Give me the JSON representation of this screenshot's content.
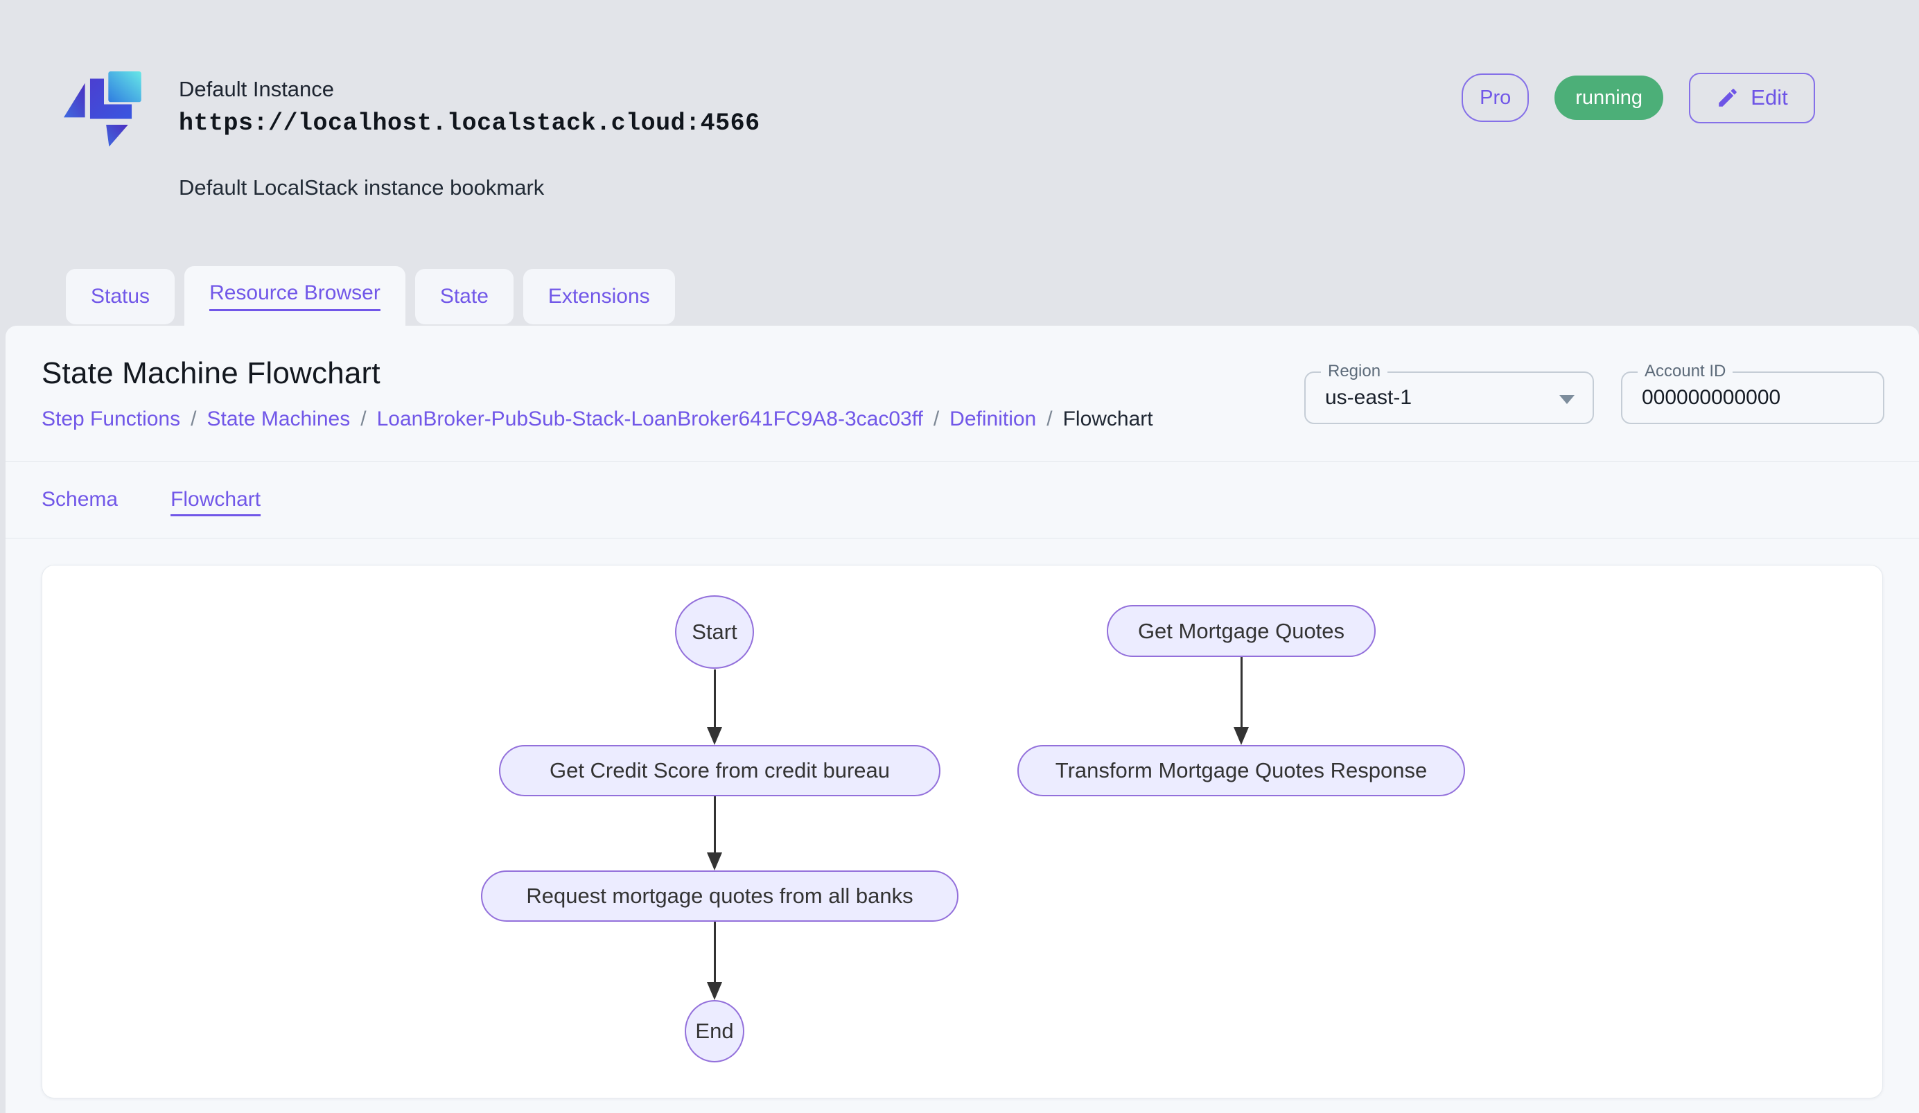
{
  "header": {
    "logo": "localstack-logo",
    "instance_label": "Default Instance",
    "instance_url": "https://localhost.localstack.cloud:4566",
    "instance_subtitle": "Default LocalStack instance bookmark",
    "pro_badge": "Pro",
    "status_badge": "running",
    "edit_button": "Edit"
  },
  "tabs": [
    {
      "label": "Status",
      "active": false
    },
    {
      "label": "Resource Browser",
      "active": true
    },
    {
      "label": "State",
      "active": false
    },
    {
      "label": "Extensions",
      "active": false
    }
  ],
  "page_header": {
    "title": "State Machine Flowchart",
    "breadcrumb": [
      "Step Functions",
      "State Machines",
      "LoanBroker-PubSub-Stack-LoanBroker641FC9A8-3cac03ff",
      "Definition",
      "Flowchart"
    ],
    "breadcrumb_separator": "/",
    "region_field": {
      "label": "Region",
      "value": "us-east-1"
    },
    "account_field": {
      "label": "Account ID",
      "value": "000000000000"
    }
  },
  "view_tabs": [
    {
      "label": "Schema",
      "active": false
    },
    {
      "label": "Flowchart",
      "active": true
    }
  ],
  "flowchart": {
    "nodes": {
      "start": {
        "label": "Start",
        "shape": "ellipse"
      },
      "get_credit_score": {
        "label": "Get Credit Score from credit bureau",
        "shape": "stadium"
      },
      "request_quotes": {
        "label": "Request mortgage quotes from all banks",
        "shape": "stadium"
      },
      "end": {
        "label": "End",
        "shape": "ellipse"
      },
      "get_mortgage_quotes": {
        "label": "Get Mortgage Quotes",
        "shape": "stadium"
      },
      "transform_response": {
        "label": "Transform Mortgage Quotes Response",
        "shape": "stadium"
      }
    },
    "edges": [
      {
        "from": "start",
        "to": "get_credit_score"
      },
      {
        "from": "get_credit_score",
        "to": "request_quotes"
      },
      {
        "from": "request_quotes",
        "to": "end"
      },
      {
        "from": "get_mortgage_quotes",
        "to": "transform_response"
      }
    ],
    "style": {
      "node_fill": "#ECECFF",
      "node_border": "#9370DB",
      "arrow_color": "#333333"
    }
  },
  "theme": {
    "accent_purple": "#7157E8",
    "status_green": "#4CAF78",
    "header_bg": "#E2E4E9",
    "panel_bg": "#F6F8FB"
  }
}
